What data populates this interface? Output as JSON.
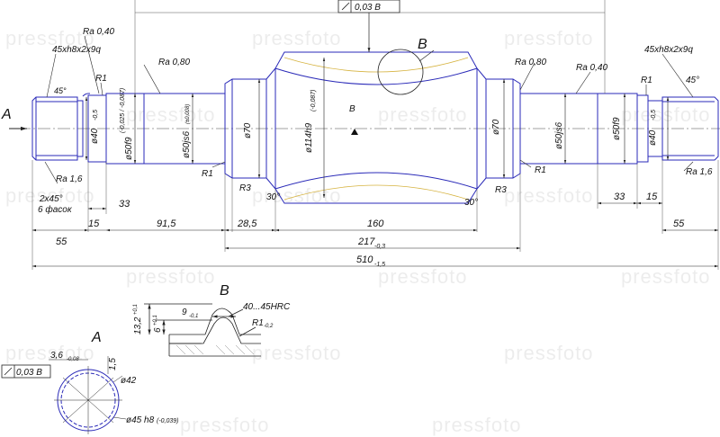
{
  "watermark": "pressfoto",
  "colors": {
    "part": "#2a2ab8",
    "dim": "#222222",
    "hatch": "#555555"
  },
  "views": {
    "A": "A",
    "B": "B",
    "section_mark": "B"
  },
  "callouts": {
    "runout_top": "0,03 B",
    "runout_section": "0,03 B",
    "ra040_left": "Ra 0,40",
    "ra040_right": "Ra 0,40",
    "ra080_left": "Ra 0,80",
    "ra080_right": "Ra 0,80",
    "ra16_left": "Ra 1,6",
    "ra16_right": "Ra 1,6",
    "spline_left": "45xh8x2x9q",
    "spline_right": "45xh8x2x9q",
    "angle45_left": "45°",
    "angle45_right": "45°",
    "r1_a": "R1",
    "r1_b": "R1",
    "r1_c": "R1",
    "r1_d": "R1",
    "r3_left": "R3",
    "r3_right": "R3",
    "angle30_left": "30°",
    "angle30_right": "30°",
    "chamfer_a": "2x45°",
    "chamfer_b": "6 фасок"
  },
  "diameters": {
    "d40_left": "ø40",
    "d40_left_tol": "-0,5",
    "d50f9_left": "ø50f9",
    "d50f9_left_tol": "(-0,025 / -0,087)",
    "d50s6_left": "ø50js6",
    "d50s6_left_tol": "(±0,008)",
    "d70_left": "ø70",
    "d114": "ø114h9",
    "d114_tol": "(-0,087)",
    "d70_right": "ø70",
    "d50s6_right": "ø50js6",
    "d50f9_right": "ø50f9",
    "d40_right": "ø40",
    "d40_right_tol": "-0,5"
  },
  "lengths": {
    "l33_left": "33",
    "l15_left": "15",
    "l55_left": "55",
    "l91": "91,5",
    "l28": "28,5",
    "l160": "160",
    "l217": "217",
    "l217_tol": "-0,3",
    "l510": "510",
    "l510_tol": "-1,5",
    "l33_right": "33",
    "l15_right": "15",
    "l55_right": "55"
  },
  "detail_b": {
    "hardness": "40...45HRC",
    "width": "9",
    "width_tol": "-0,1",
    "radius": "R1",
    "radius_tol": "-0,2",
    "depth_outer": "13,2",
    "depth_outer_tol": "+0,1",
    "depth_inner": "6",
    "depth_inner_tol": "+0,1"
  },
  "section_a": {
    "tooth": "3,6",
    "tooth_tol": "-0,08",
    "height": "1,5",
    "inner_d": "ø42",
    "outer_d": "ø45 h8",
    "outer_d_tol": "(-0,039)"
  }
}
